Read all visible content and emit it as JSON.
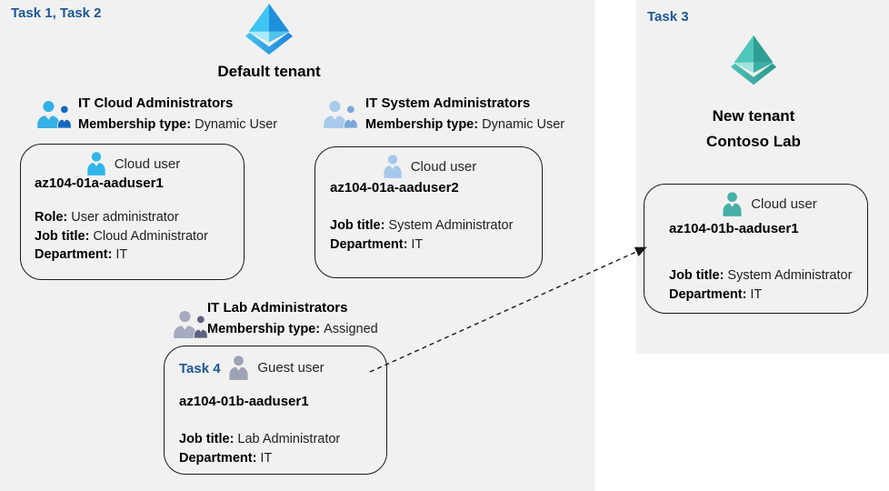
{
  "colors": {
    "panel_background": "#f1f1f1",
    "task_label_blue": "#1d5796",
    "card_border": "#1a1a1a",
    "azure_ad_blue_rim": "#2e9fe8",
    "azure_ad_teal_rim": "#3aafa3",
    "cloud_user_cyan": "#2fb5e9",
    "cloud_user_pale_blue": "#a5c8ea",
    "guest_user_gray": "#9ea2b5",
    "cloud_user_teal": "#47afa5",
    "group_blue_front": "#36b1e6",
    "group_blue_back": "#1667c0",
    "group_pale_front": "#a8caeb",
    "group_pale_back": "#7ba7db",
    "group_gray_front": "#a6aabe",
    "group_gray_back": "#5c6280"
  },
  "left_panel": {
    "task_label": "Task 1, Task 2",
    "tenant_title": "Default tenant",
    "tenant_icon": "azure-ad-tenant-blue-icon",
    "groups": [
      {
        "name": "IT Cloud Administrators",
        "membership_label": "Membership type:",
        "membership_value": "Dynamic User",
        "icon": "group-users-blue-icon"
      },
      {
        "name": "IT System Administrators",
        "membership_label": "Membership type:",
        "membership_value": "Dynamic User",
        "icon": "group-users-pale-blue-icon"
      },
      {
        "name": "IT Lab Administrators",
        "membership_label": "Membership type:",
        "membership_value": "Assigned",
        "icon": "group-users-gray-icon"
      }
    ],
    "cards": [
      {
        "user_type": "Cloud user",
        "username": "az104-01a-aaduser1",
        "icon": "cloud-user-cyan-icon",
        "attributes": [
          {
            "label": "Role:",
            "value": "User administrator"
          },
          {
            "label": "Job title:",
            "value": "Cloud Administrator"
          },
          {
            "label": "Department:",
            "value": "IT"
          }
        ]
      },
      {
        "user_type": "Cloud user",
        "username": "az104-01a-aaduser2",
        "icon": "cloud-user-pale-blue-icon",
        "attributes": [
          {
            "label": "Job title:",
            "value": "System Administrator"
          },
          {
            "label": "Department:",
            "value": "IT"
          }
        ]
      },
      {
        "task_label": "Task 4",
        "user_type": "Guest user",
        "username": "az104-01b-aaduser1",
        "icon": "guest-user-gray-icon",
        "attributes": [
          {
            "label": "Job title:",
            "value": "Lab Administrator"
          },
          {
            "label": "Department:",
            "value": "IT"
          }
        ]
      }
    ]
  },
  "right_panel": {
    "task_label": "Task 3",
    "tenant_title_line1": "New tenant",
    "tenant_title_line2": "Contoso Lab",
    "tenant_icon": "azure-ad-tenant-teal-icon",
    "card": {
      "user_type": "Cloud user",
      "username": "az104-01b-aaduser1",
      "icon": "cloud-user-teal-icon",
      "attributes": [
        {
          "label": "Job title:",
          "value": "System Administrator"
        },
        {
          "label": "Department:",
          "value": "IT"
        }
      ]
    }
  }
}
